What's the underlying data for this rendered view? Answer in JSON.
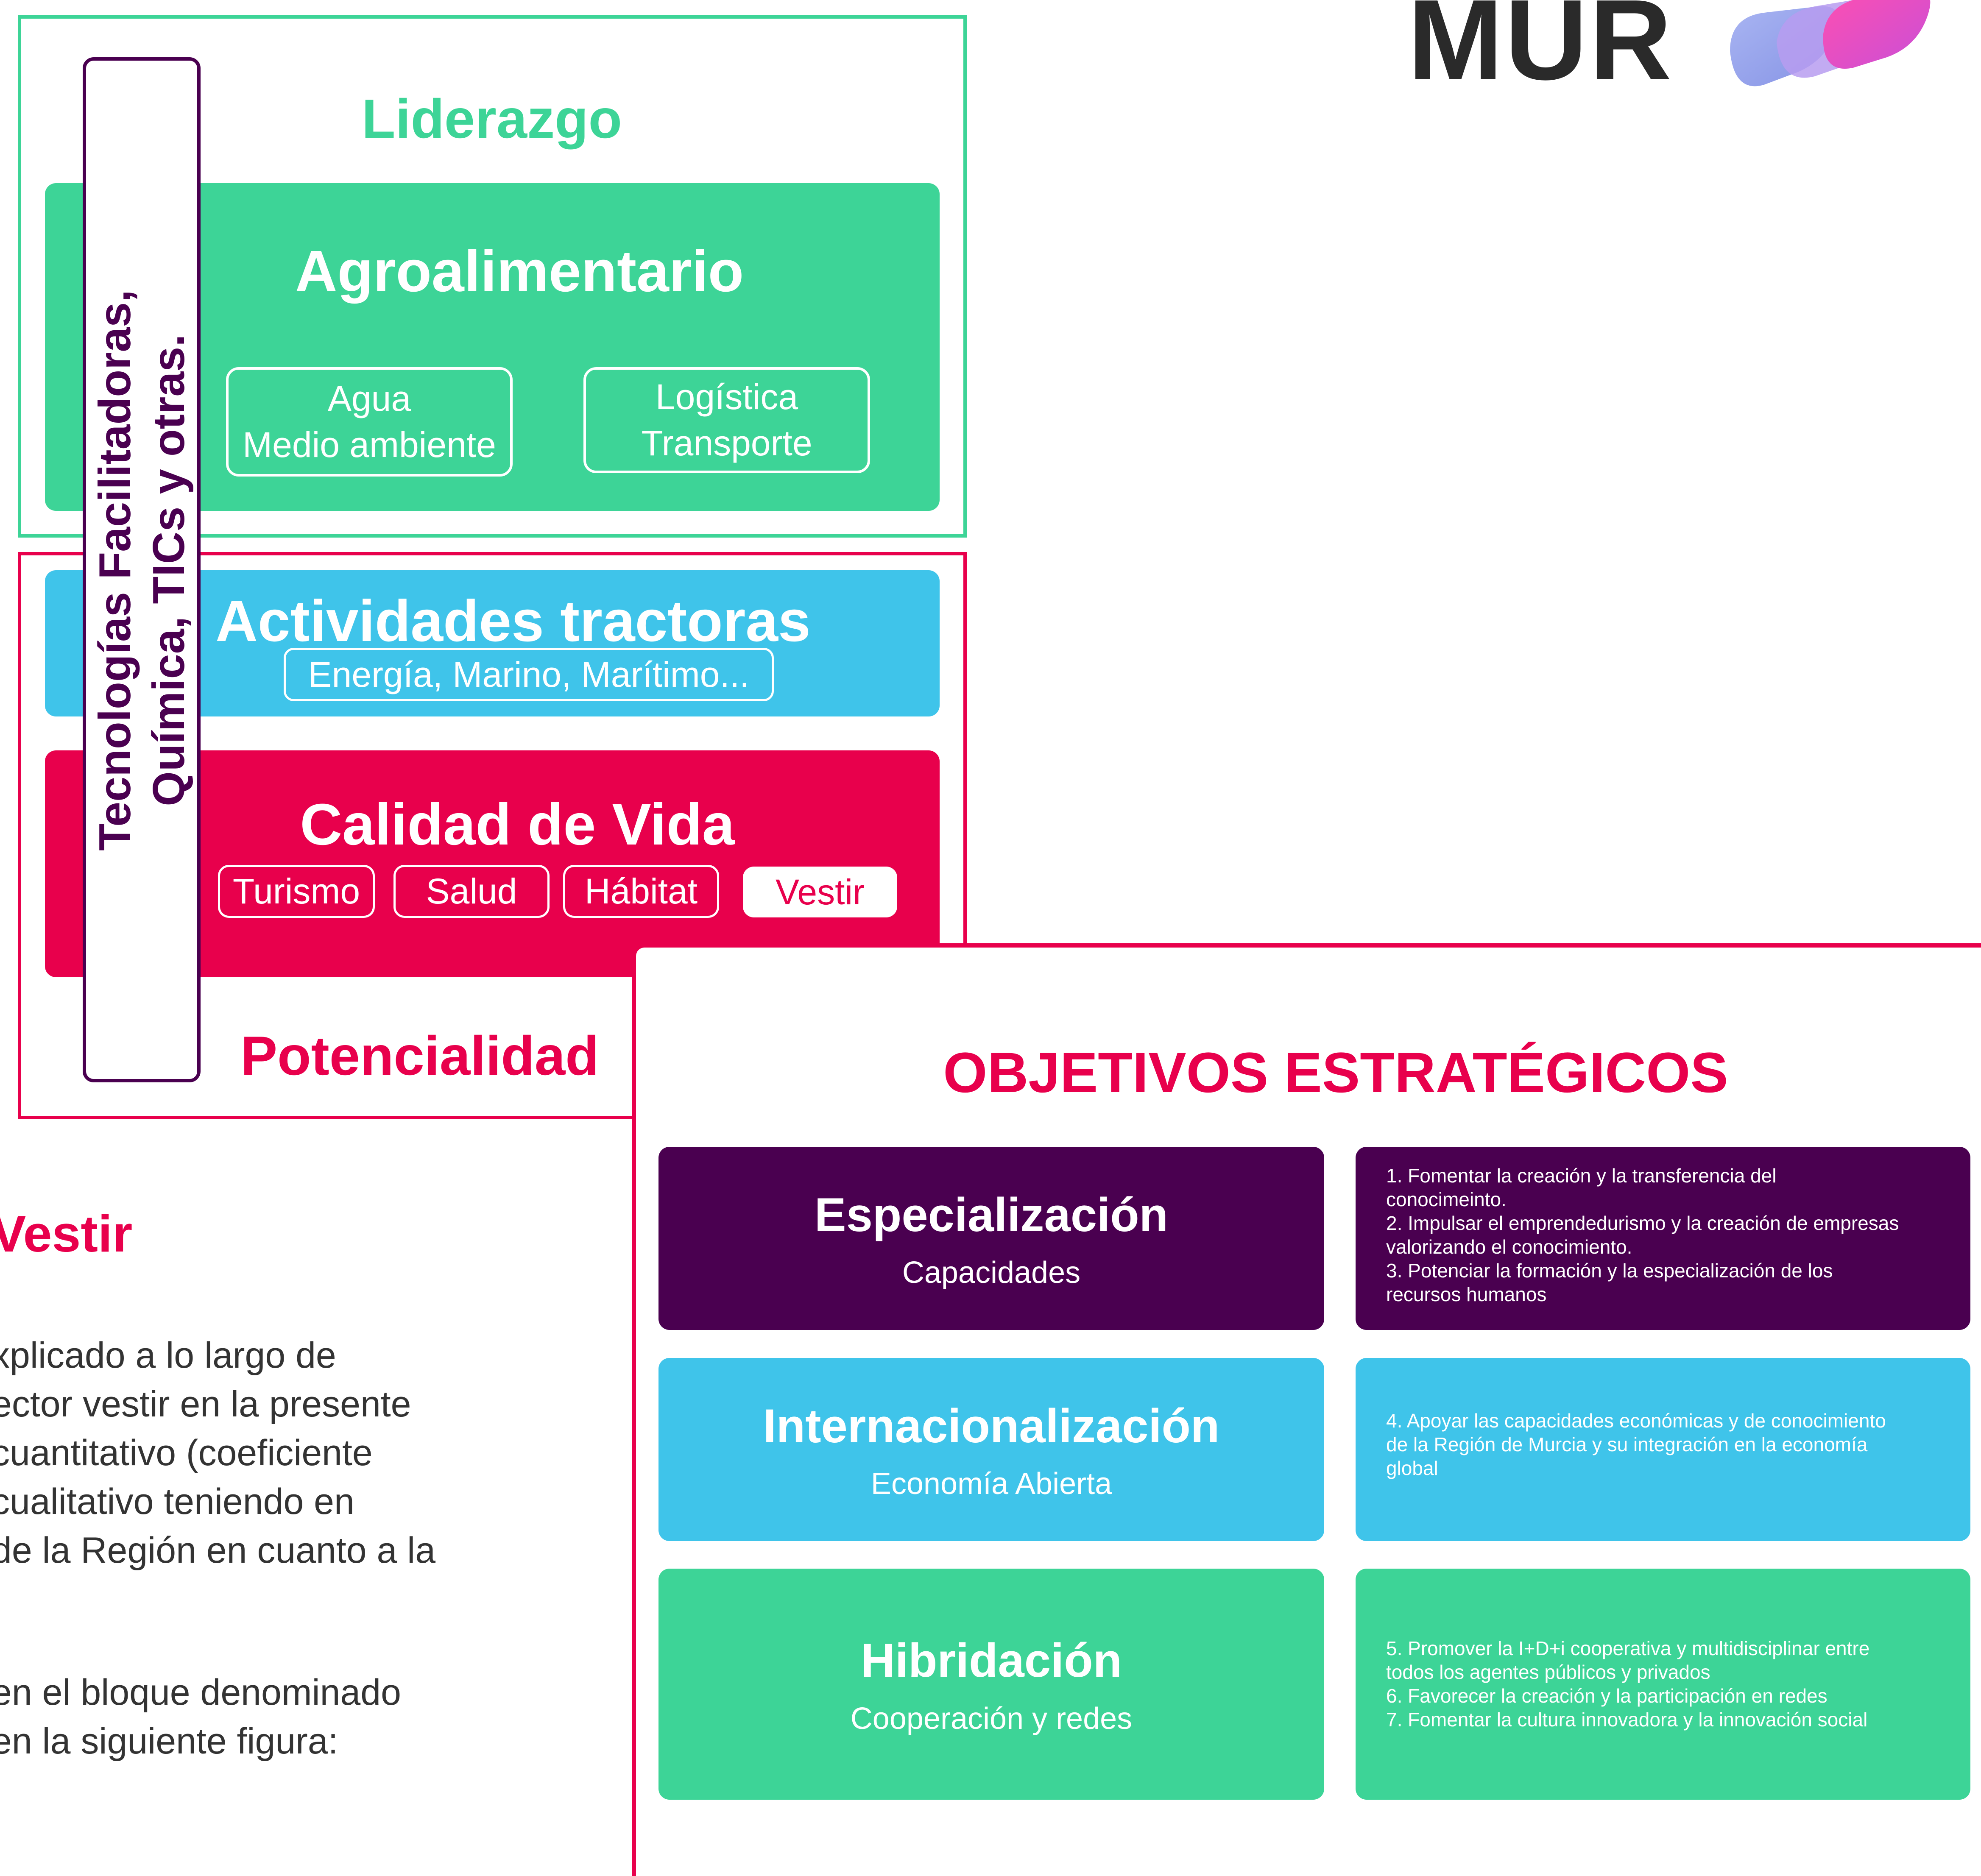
{
  "logo": {
    "text": "MUR"
  },
  "liderazgo": {
    "title": "Liderazgo",
    "agro": {
      "title": "Agroalimentario",
      "chips": [
        {
          "line1": "Agua",
          "line2": "Medio ambiente"
        },
        {
          "line1": "Logística",
          "line2": "Transporte"
        }
      ]
    }
  },
  "potencialidad": {
    "title": "Potencialidad",
    "actividades": {
      "title": "Actividades tractoras",
      "chip": "Energía, Marino, Marítimo..."
    },
    "calidad": {
      "title": "Calidad de Vida",
      "chips": [
        "Turismo",
        "Salud",
        "Hábitat",
        "Vestir"
      ]
    }
  },
  "vertical_band": {
    "line1": "Tecnologías Facilitadoras,",
    "line2": "Química, TICs y otras."
  },
  "document": {
    "heading": "Vestir",
    "para1": [
      "xplicado a lo largo de",
      "ector vestir en la presente",
      "cuantitativo (coeficiente",
      "cualitativo teniendo en",
      "de la Región en cuanto a la",
      "."
    ],
    "para2": [
      "en el bloque denominado",
      "en la siguiente figura:"
    ]
  },
  "objetivos": {
    "title": "OBJETIVOS ESTRATÉGICOS",
    "rows": [
      {
        "title": "Especialización",
        "subtitle": "Capacidades",
        "lines": [
          "1. Fomentar la creación y la transferencia del",
          "conocimeinto.",
          "2. Impulsar el emprendedurismo y la creación de empresas",
          "valorizando el conocimiento.",
          "3. Potenciar la formación y la especialización de los",
          "recursos humanos"
        ]
      },
      {
        "title": "Internacionalización",
        "subtitle": "Economía Abierta",
        "lines": [
          "4. Apoyar las capacidades económicas y de conocimiento",
          "de la Región de Murcia y su integración en la economía",
          "global"
        ]
      },
      {
        "title": "Hibridación",
        "subtitle": "Cooperación y redes",
        "lines": [
          "5. Promover la I+D+i cooperativa y multidisciplinar entre",
          "todos los agentes públicos y privados",
          "6. Favorecer la creación y la participación en redes",
          "7. Fomentar la cultura innovadora y la innovación social"
        ]
      }
    ]
  },
  "colors": {
    "green": "#3dd497",
    "blue": "#3fc4ea",
    "red": "#e8004c",
    "purple": "#4a0050",
    "dark": "#2a2a2a"
  }
}
